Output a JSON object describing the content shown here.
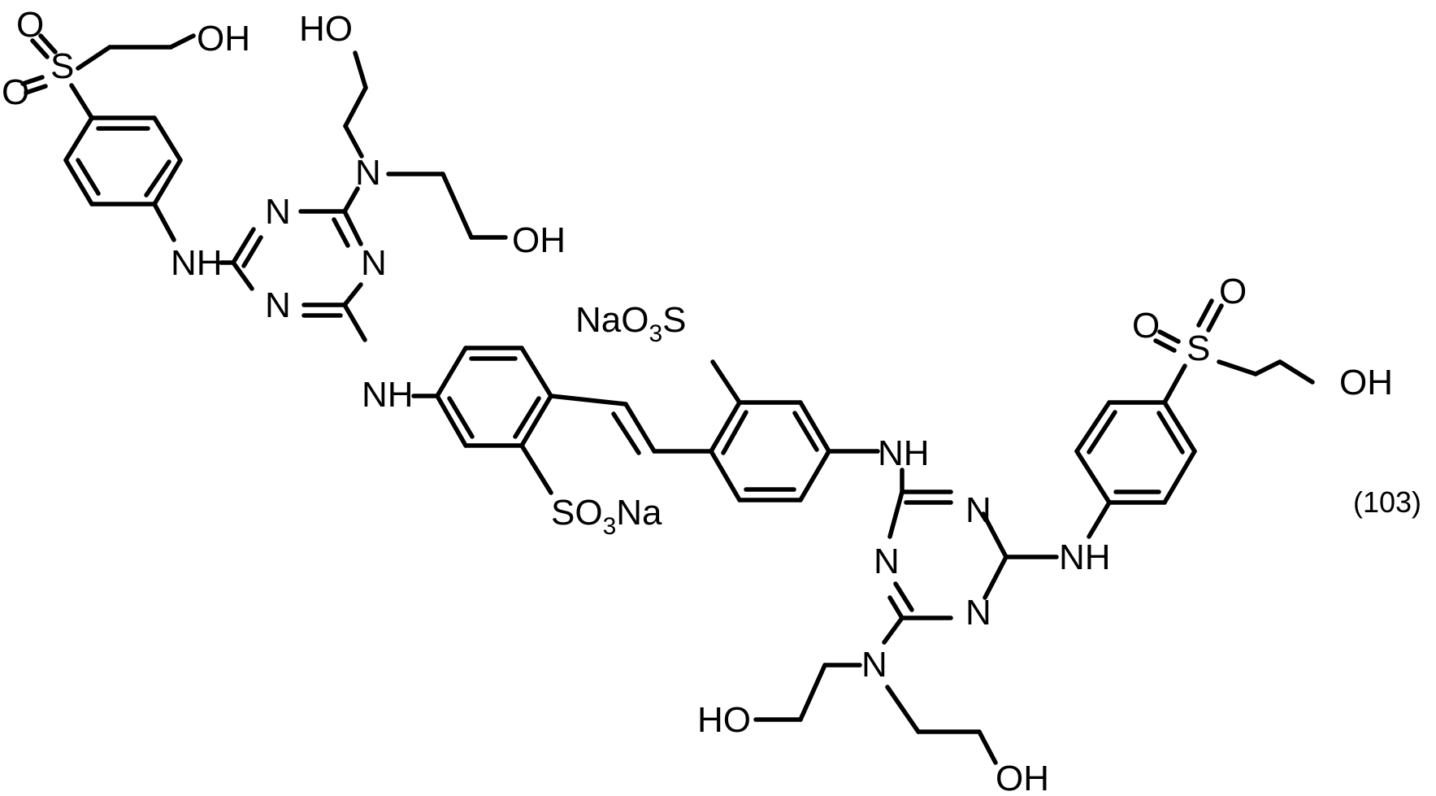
{
  "compound_number": "(103)",
  "labels": {
    "hydroxyl": "OH",
    "hydroxyl_rev": "HO",
    "sulfonyl_s": "S",
    "oxo": "O",
    "amine_n": "N",
    "ring_n": "N",
    "imine": "NH",
    "sulfonate_left_prefix": "NaO",
    "sulfonate_left_sub": "3",
    "sulfonate_left_suffix": "S",
    "sulfonate_right_prefix": "SO",
    "sulfonate_right_sub": "3",
    "sulfonate_right_suffix": "Na"
  },
  "colors": {
    "ink": "#000000",
    "background": "#ffffff"
  }
}
